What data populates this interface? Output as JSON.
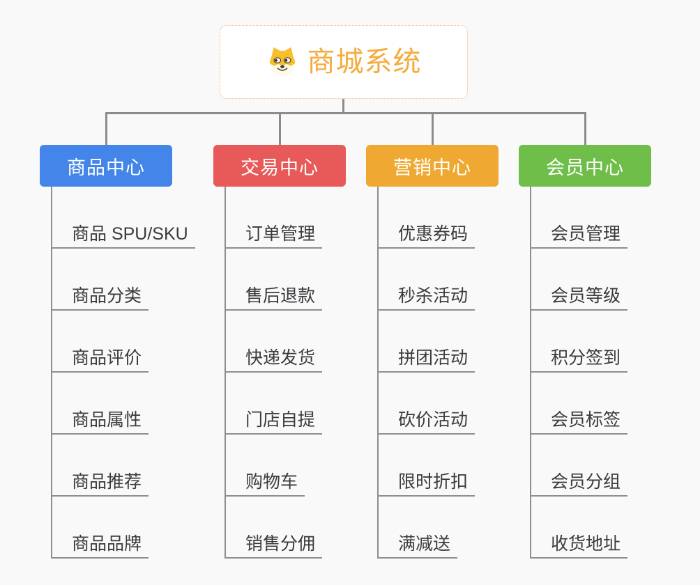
{
  "page": {
    "background": "#f9f9f9",
    "connector_color": "#8c8c8c",
    "underline_color": "#8e8e8e",
    "text_color": "#3b3b3f"
  },
  "root": {
    "title": "商城系统",
    "icon": "dog-face-icon",
    "accent_color": "#F5AB3D",
    "border_color": "#F5B461"
  },
  "branches": [
    {
      "label": "商品中心",
      "color": "#4485EA",
      "children": [
        "商品 SPU/SKU",
        "商品分类",
        "商品评价",
        "商品属性",
        "商品推荐",
        "商品品牌"
      ]
    },
    {
      "label": "交易中心",
      "color": "#E85A5A",
      "children": [
        "订单管理",
        "售后退款",
        "快递发货",
        "门店自提",
        "购物车",
        "销售分佣"
      ]
    },
    {
      "label": "营销中心",
      "color": "#EFA932",
      "children": [
        "优惠券码",
        "秒杀活动",
        "拼团活动",
        "砍价活动",
        "限时折扣",
        "满减送"
      ]
    },
    {
      "label": "会员中心",
      "color": "#6FBE4A",
      "children": [
        "会员管理",
        "会员等级",
        "积分签到",
        "会员标签",
        "会员分组",
        "收货地址"
      ]
    }
  ]
}
